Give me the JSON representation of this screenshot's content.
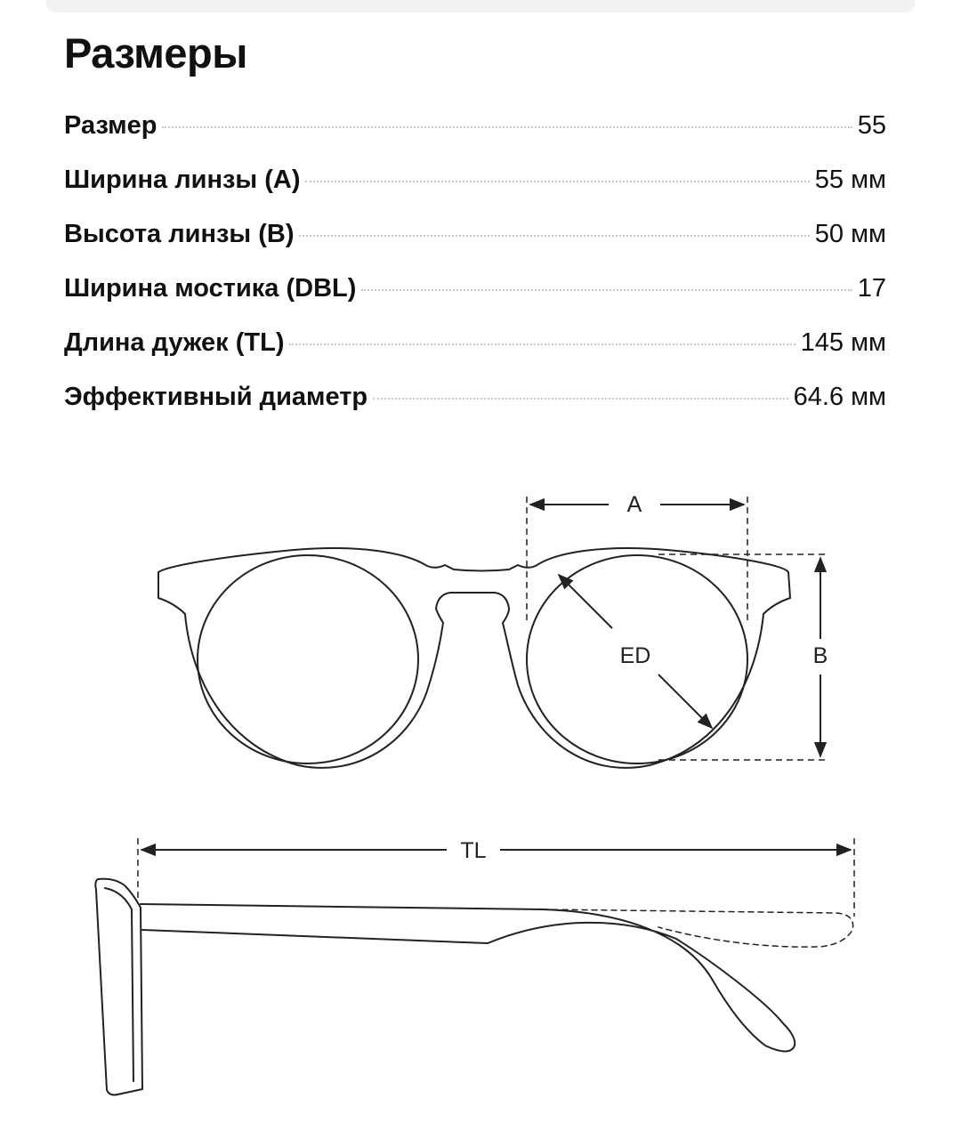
{
  "title": "Размеры",
  "specs": [
    {
      "label": "Размер",
      "value": "55"
    },
    {
      "label": "Ширина линзы (A)",
      "value": "55 мм"
    },
    {
      "label": "Высота линзы (B)",
      "value": "50 мм"
    },
    {
      "label": "Ширина мостика (DBL)",
      "value": "17"
    },
    {
      "label": "Длина дужек (TL)",
      "value": "145 мм"
    },
    {
      "label": "Эффективный диаметр",
      "value": "64.6 мм"
    }
  ],
  "diagram": {
    "label_a": "A",
    "label_b": "B",
    "label_ed": "ED",
    "label_tl": "TL"
  }
}
